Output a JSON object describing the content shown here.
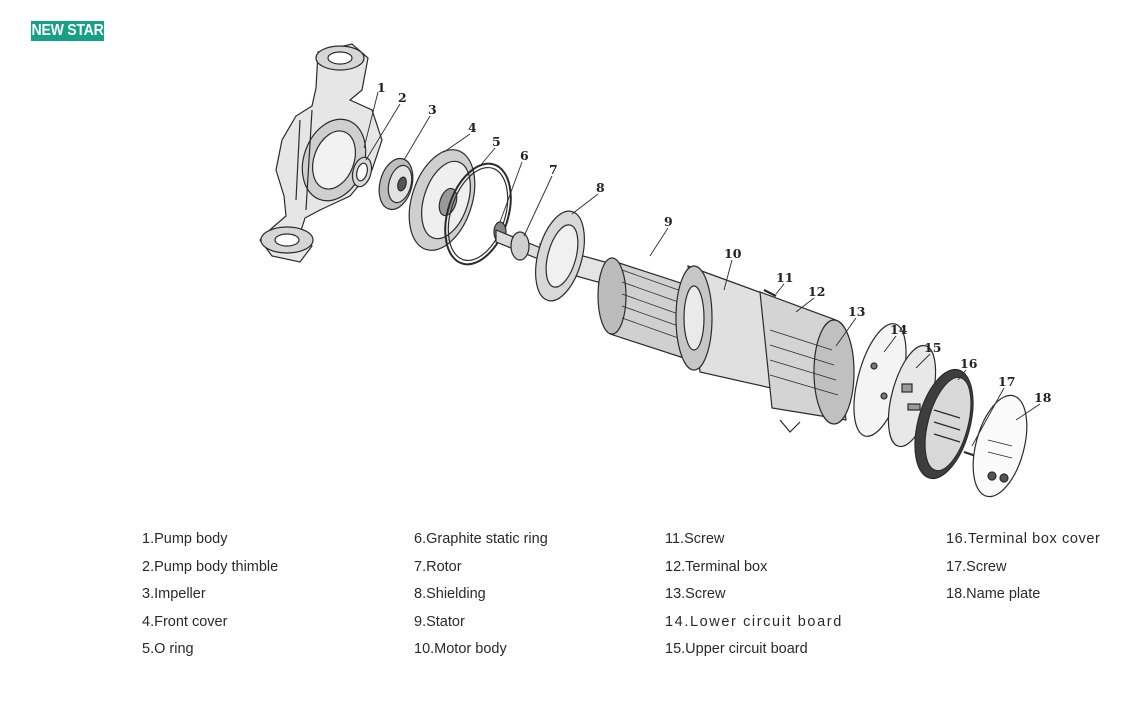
{
  "brand": {
    "logo_text": "NEW STAR"
  },
  "diagram": {
    "callouts": [
      "1",
      "2",
      "3",
      "4",
      "5",
      "6",
      "7",
      "8",
      "9",
      "10",
      "11",
      "12",
      "13",
      "14",
      "15",
      "16",
      "17",
      "18"
    ]
  },
  "legend": {
    "columns": [
      [
        "1.Pump body",
        "2.Pump body thimble",
        "3.Impeller",
        "4.Front cover",
        "5.O ring"
      ],
      [
        "6.Graphite static ring",
        "7.Rotor",
        "8.Shielding",
        "9.Stator",
        "10.Motor body"
      ],
      [
        "11.Screw",
        "12.Terminal box",
        "13.Screw",
        "14.Lower circuit board",
        "15.Upper circuit board"
      ],
      [
        "16.Terminal box cover",
        "17.Screw",
        "18.Name plate"
      ]
    ]
  },
  "colors": {
    "logo_bg": "#16a085",
    "line": "#2b2b2b"
  }
}
